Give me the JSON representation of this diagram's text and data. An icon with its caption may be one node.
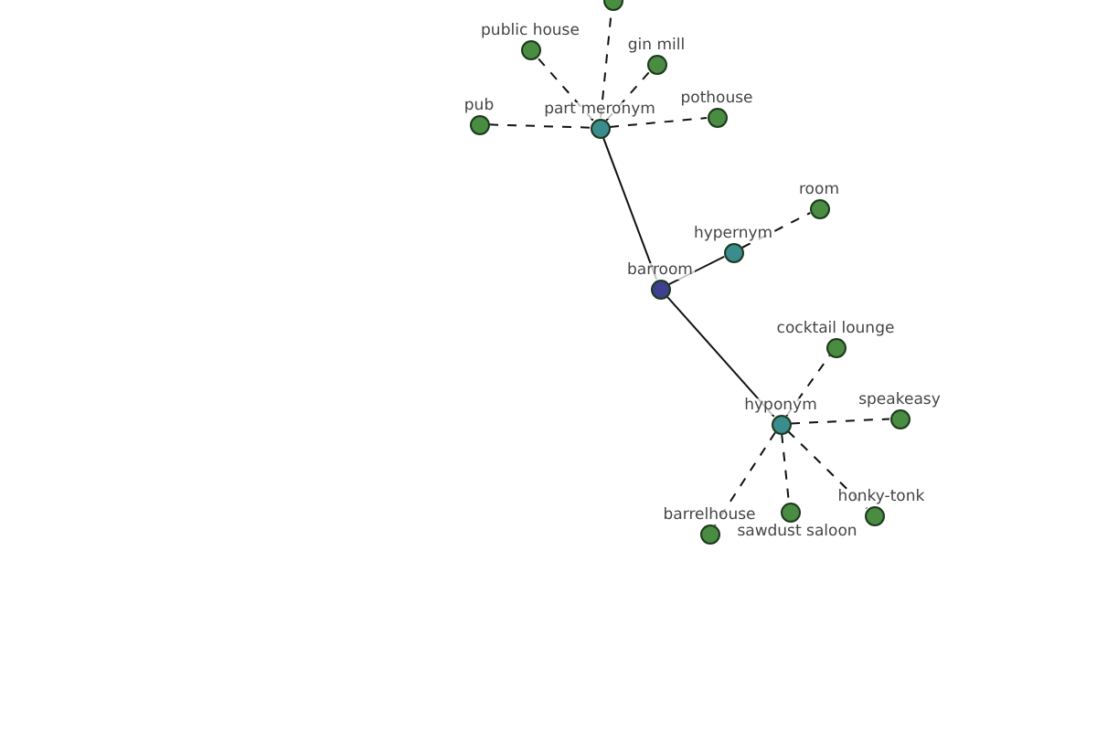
{
  "diagram": {
    "nodes": [
      {
        "text": [
          "barroom"
        ]
      },
      {
        "text": [
          "part meronym"
        ]
      },
      {
        "text": [
          "hypernym"
        ]
      },
      {
        "text": [
          "hyponym"
        ]
      },
      {
        "text": [],
        "shape": "circle"
      },
      {
        "text": [
          "public house"
        ]
      },
      {
        "text": [
          "gin mill"
        ]
      },
      {
        "text": [
          "pub"
        ]
      },
      {
        "text": [
          "pothouse"
        ]
      },
      {
        "text": [
          "room"
        ]
      },
      {
        "text": [
          "cocktail lounge"
        ]
      },
      {
        "text": [
          "speakeasy"
        ]
      },
      {
        "text": [
          "barrelhouse"
        ]
      },
      {
        "text": [
          "sawdust saloon"
        ]
      },
      {
        "text": [
          "honky-tonk"
        ]
      }
    ],
    "edges": [
      {
        "from": 0,
        "to": 1,
        "arrow": "none"
      },
      {
        "from": 0,
        "to": 2,
        "arrow": "none"
      },
      {
        "from": 0,
        "to": 3,
        "arrow": "none"
      },
      {
        "from": 1,
        "to": 4,
        "arrow": "none",
        "style": "dashed"
      },
      {
        "from": 1,
        "to": 5,
        "arrow": "none",
        "style": "dashed"
      },
      {
        "from": 1,
        "to": 6,
        "arrow": "none",
        "style": "dashed"
      },
      {
        "from": 1,
        "to": 7,
        "arrow": "none",
        "style": "dashed"
      },
      {
        "from": 1,
        "to": 8,
        "arrow": "none",
        "style": "dashed"
      },
      {
        "from": 2,
        "to": 9,
        "arrow": "none",
        "style": "dashed"
      },
      {
        "from": 3,
        "to": 10,
        "arrow": "none",
        "style": "dashed"
      },
      {
        "from": 3,
        "to": 11,
        "arrow": "none",
        "style": "dashed"
      },
      {
        "from": 3,
        "to": 12,
        "arrow": "none",
        "style": "dashed"
      },
      {
        "from": 3,
        "to": 13,
        "arrow": "none",
        "style": "dashed"
      },
      {
        "from": 3,
        "to": 14,
        "arrow": "none",
        "style": "dashed"
      }
    ]
  }
}
